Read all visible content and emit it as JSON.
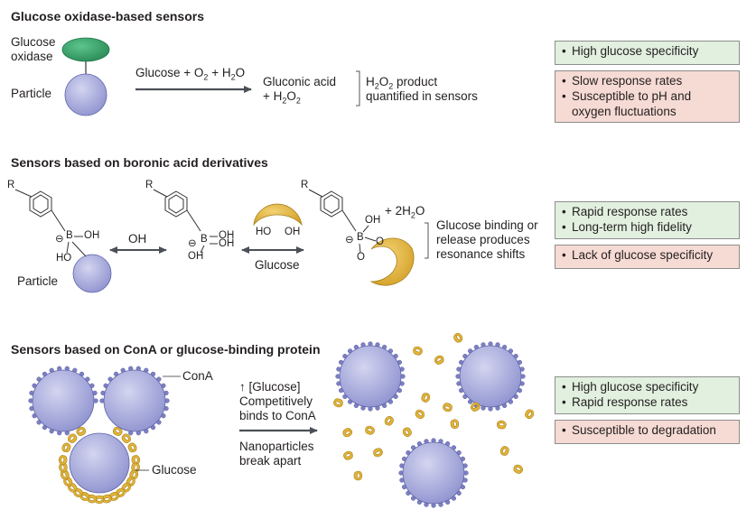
{
  "colors": {
    "particle": "#a9acd9",
    "particle_stroke": "#5d62a6",
    "enzyme": "#2f9e66",
    "glucose": "#e3b437",
    "glucose_stroke": "#a5801d",
    "pro_bg": "#e2f0df",
    "con_bg": "#f6dad4",
    "arrow": "#4b4f57"
  },
  "section1": {
    "title": "Glucose oxidase-based sensors",
    "enzyme_label_1": "Glucose",
    "enzyme_label_2": "oxidase",
    "particle_label": "Particle",
    "reaction": {
      "glucose_o2": "Glucose + O",
      "o2_sub": "2",
      "plus_h": " + H",
      "h2o_sub": "2",
      "h2o_o": "O"
    },
    "products": {
      "line1": "Gluconic acid",
      "line2_prefix": "+ H",
      "line2_sub1": "2",
      "line2_mid": "O",
      "line2_sub2": "2"
    },
    "quant": {
      "h": "H",
      "sub1": "2",
      "o": "O",
      "sub2": "2",
      "rest": " product",
      "line2": "quantified in sensors"
    },
    "pros": [
      "High glucose specificity"
    ],
    "cons": [
      "Slow response rates",
      "Susceptible to pH and oxygen fluctuations"
    ]
  },
  "section2": {
    "title": "Sensors based on boronic acid derivatives",
    "r": "R",
    "minus": "⊖",
    "b": "B",
    "oh": "OH",
    "ho": "HO",
    "o": "O",
    "particle_label": "Particle",
    "arrow1_label": "OH",
    "arrow2_label": "Glucose",
    "water": "+ 2H",
    "water_sub": "2",
    "water_o": "O",
    "note_1": "Glucose binding or",
    "note_2": "release produces",
    "note_3": "resonance shifts",
    "pros": [
      "Rapid response rates",
      "Long-term high fidelity"
    ],
    "cons": [
      "Lack of glucose specificity"
    ]
  },
  "section3": {
    "title": "Sensors based on ConA or glucose-binding protein",
    "cona_label": "ConA",
    "glucose_label": "Glucose",
    "cond_1": "↑ [Glucose]",
    "cond_2": "Competitively",
    "cond_3": "binds to ConA",
    "result_1": "Nanoparticles",
    "result_2": "break apart",
    "pros": [
      "High glucose specificity",
      "Rapid response rates"
    ],
    "cons": [
      "Susceptible to degradation"
    ]
  }
}
